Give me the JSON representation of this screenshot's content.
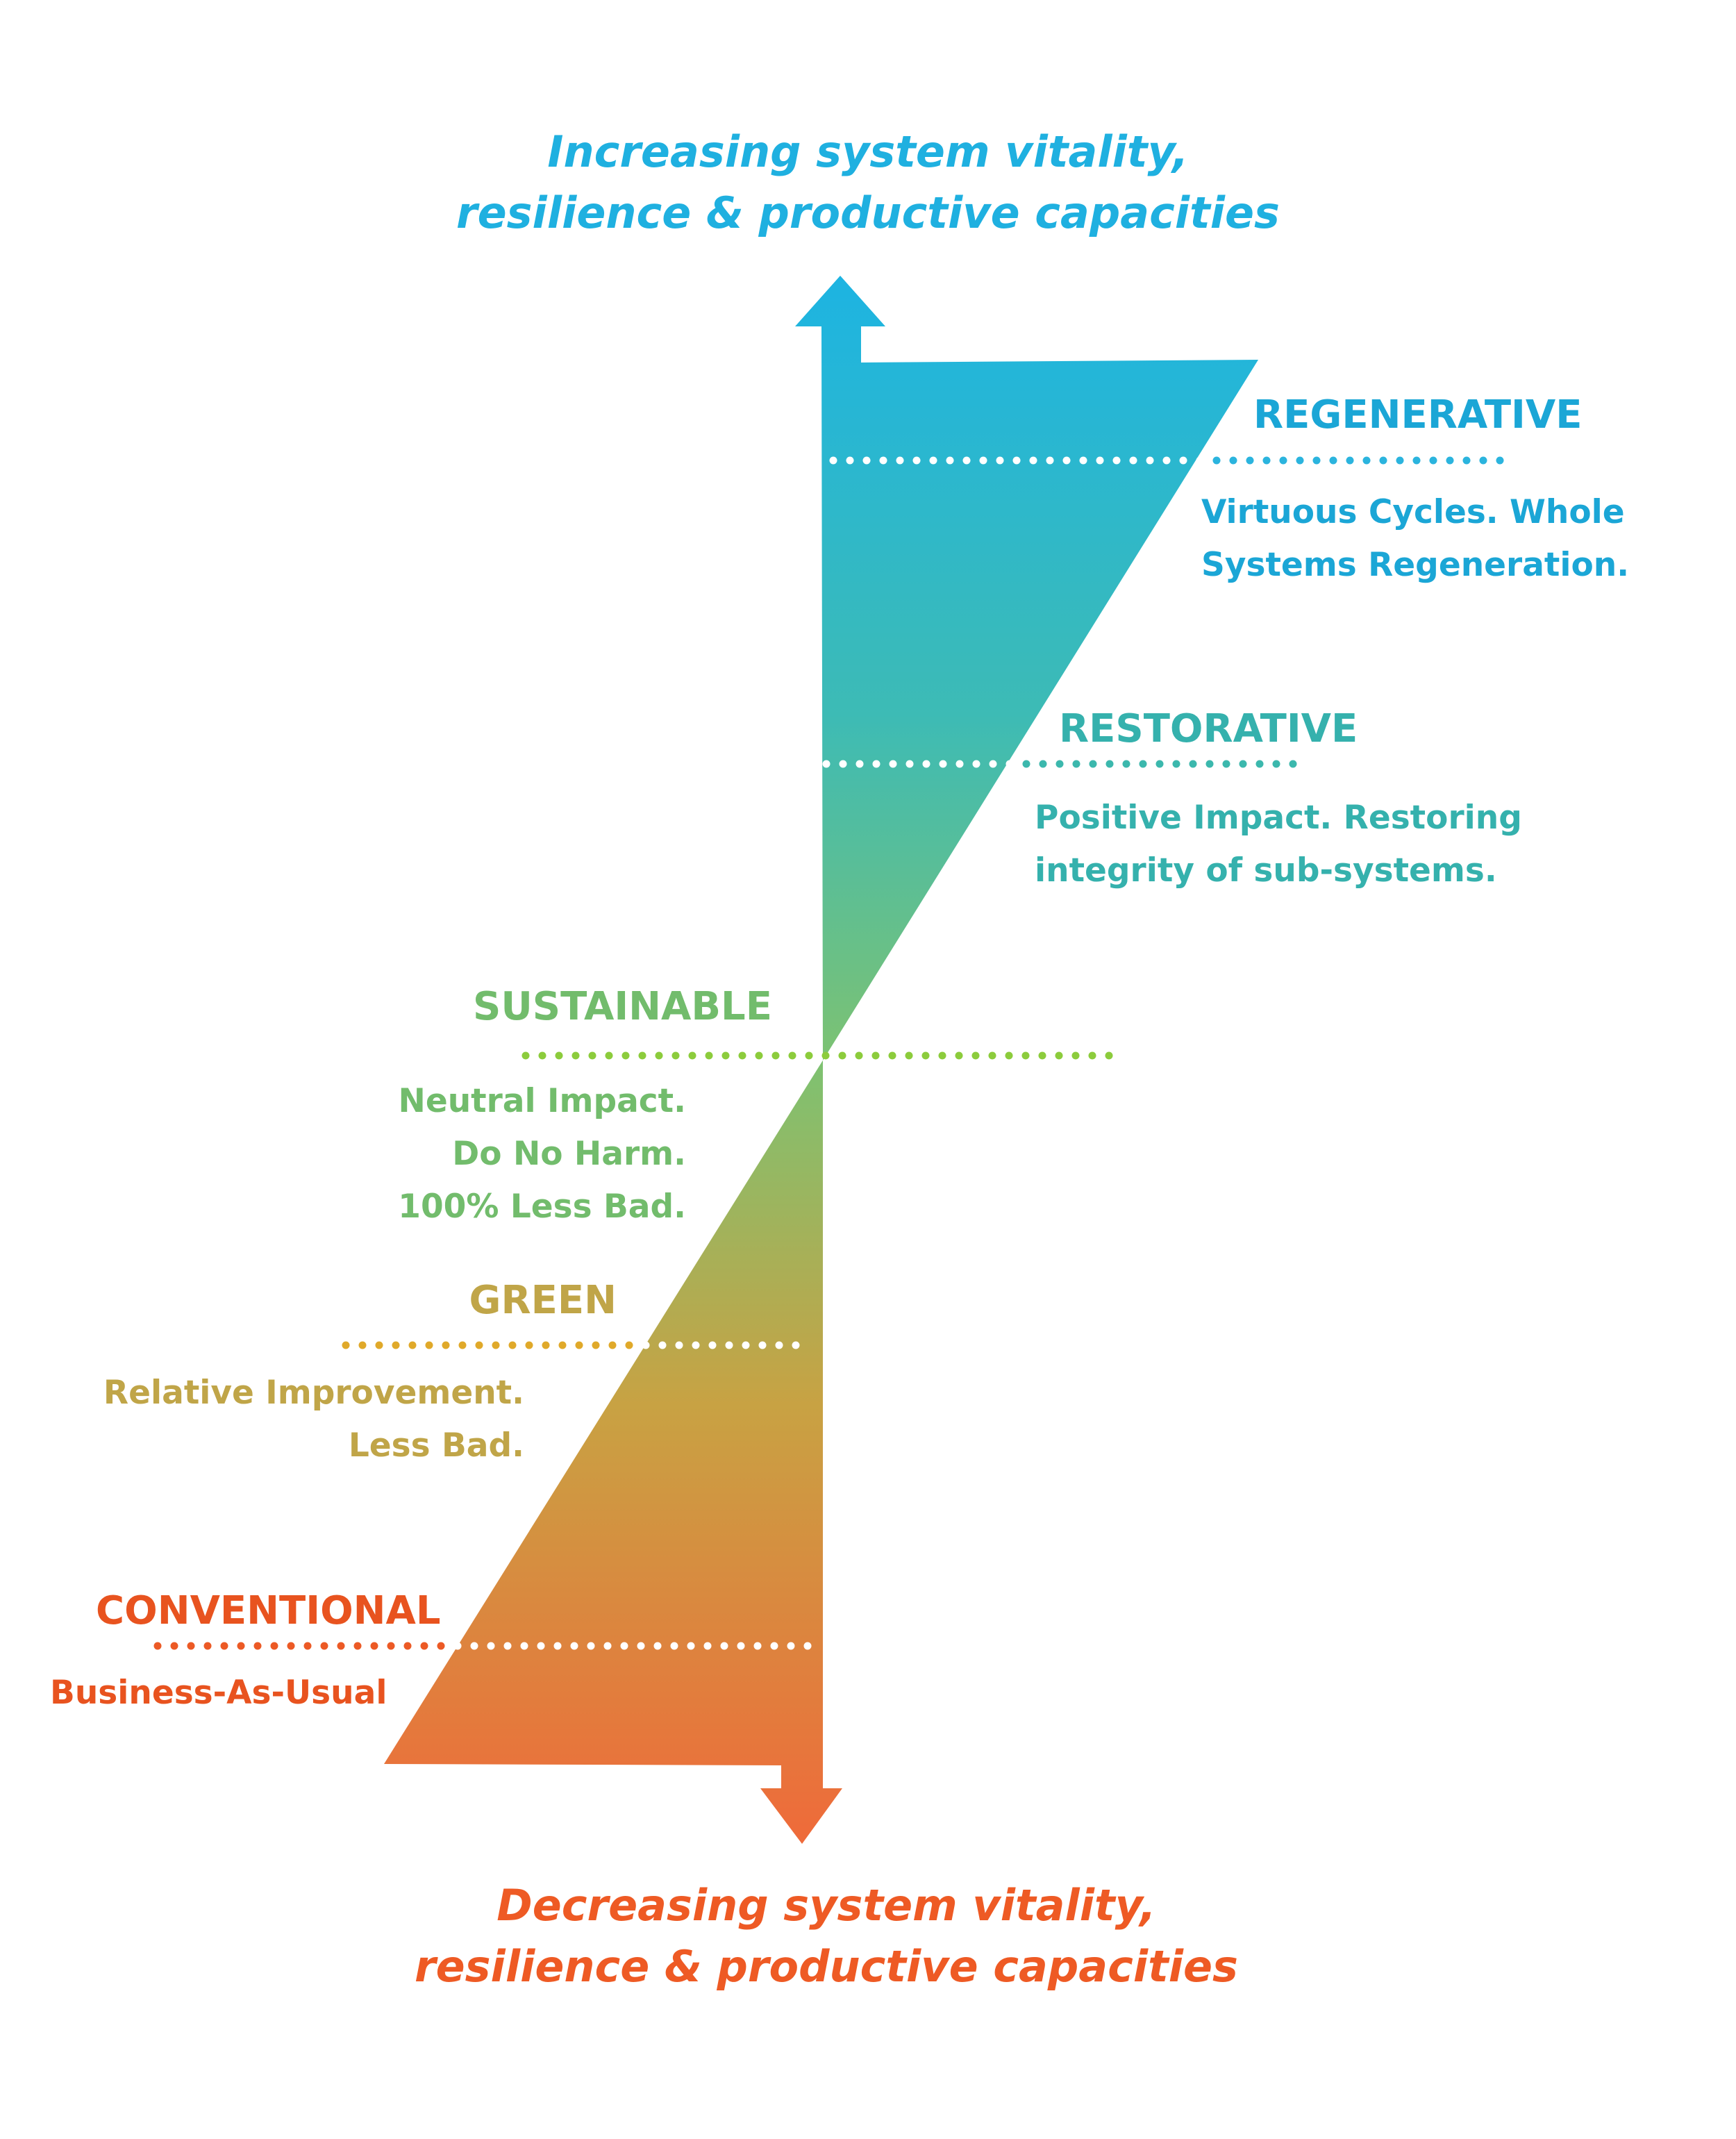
{
  "top_caption": {
    "line1": "Increasing system vitality,",
    "line2": "resilience & productive capacities",
    "color": "#1fb0e0"
  },
  "bottom_caption": {
    "line1": "Decreasing system vitality,",
    "line2": "resilience & productive capacities",
    "color": "#ee5a24"
  },
  "gradient": {
    "top": "#1db4e2",
    "upper_mid": "#3dbbb5",
    "middle": "#7dc272",
    "lower_mid": "#c8a243",
    "bottom": "#ef6a3a"
  },
  "levels": [
    {
      "key": "regenerative",
      "title": "REGENERATIVE",
      "color": "#1ba6d6",
      "desc": [
        "Virtuous Cycles. Whole",
        "Systems Regeneration."
      ]
    },
    {
      "key": "restorative",
      "title": "RESTORATIVE",
      "color": "#35b1ad",
      "desc": [
        "Positive Impact. Restoring",
        "integrity of sub-systems."
      ]
    },
    {
      "key": "sustainable",
      "title": "SUSTAINABLE",
      "color": "#72bc6c",
      "desc": [
        "Neutral Impact.",
        "Do No Harm.",
        "100% Less Bad."
      ]
    },
    {
      "key": "green",
      "title": "GREEN",
      "color": "#c0a548",
      "desc": [
        "Relative Improvement.",
        "Less Bad."
      ]
    },
    {
      "key": "conventional",
      "title": "CONVENTIONAL",
      "color": "#e8531f",
      "desc": [
        "Business-As-Usual"
      ]
    }
  ],
  "dot_colors": {
    "regenerative": "#2bb4de",
    "restorative": "#3cb8ad",
    "sustainable": "#8ccc3c",
    "green": "#e0a92a",
    "conventional": "#ec5a25",
    "on_fill": "#ffffff"
  }
}
